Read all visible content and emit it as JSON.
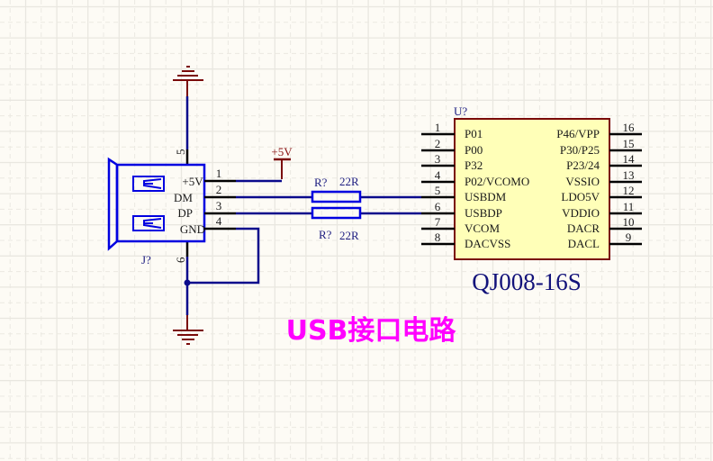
{
  "colors": {
    "background": "#fdfbf5",
    "grid_major": "#e9e7e0",
    "grid_minor": "#ebe9e2",
    "wire": "#0a0a8c",
    "connector_outline": "#0000e0",
    "pin": "#000000",
    "power": "#7a0a0a",
    "ic_fill": "#ffffb8",
    "ic_border": "#7a0a0a",
    "title": "#ff00ff"
  },
  "title": "USB接口电路",
  "connector": {
    "designator": "J?",
    "pins": [
      {
        "number": "1",
        "label": "+5V"
      },
      {
        "number": "2",
        "label": "DM"
      },
      {
        "number": "3",
        "label": "DP"
      },
      {
        "number": "4",
        "label": "GND"
      },
      {
        "number": "5",
        "label": ""
      },
      {
        "number": "6",
        "label": ""
      }
    ]
  },
  "power_port": {
    "label": "+5V"
  },
  "resistors": [
    {
      "designator": "R?",
      "value": "22R"
    },
    {
      "designator": "R?",
      "value": "22R"
    }
  ],
  "ic": {
    "designator": "U?",
    "part_number": "QJ008-16S",
    "left_pins": [
      {
        "number": "1",
        "label": "P01"
      },
      {
        "number": "2",
        "label": "P00"
      },
      {
        "number": "3",
        "label": "P32"
      },
      {
        "number": "4",
        "label": "P02/VCOMO"
      },
      {
        "number": "5",
        "label": "USBDM"
      },
      {
        "number": "6",
        "label": "USBDP"
      },
      {
        "number": "7",
        "label": "VCOM"
      },
      {
        "number": "8",
        "label": "DACVSS"
      }
    ],
    "right_pins": [
      {
        "number": "16",
        "label": "P46/VPP"
      },
      {
        "number": "15",
        "label": "P30/P25"
      },
      {
        "number": "14",
        "label": "P23/24"
      },
      {
        "number": "13",
        "label": "VSSIO"
      },
      {
        "number": "12",
        "label": "LDO5V"
      },
      {
        "number": "11",
        "label": "VDDIO"
      },
      {
        "number": "10",
        "label": "DACR"
      },
      {
        "number": "9",
        "label": "DACL"
      }
    ]
  }
}
